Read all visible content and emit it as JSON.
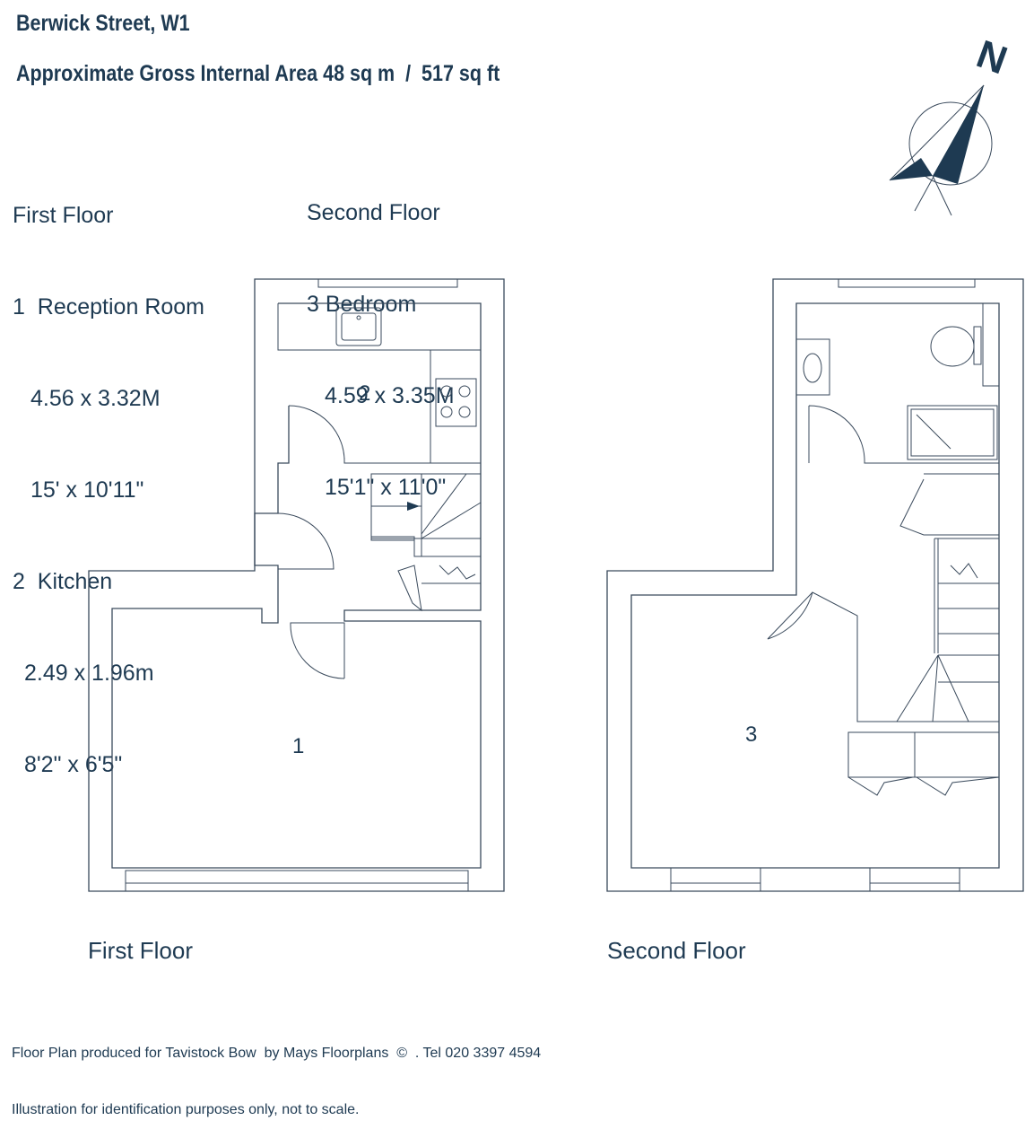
{
  "header": {
    "title": "Berwick Street, W1",
    "area": "Approximate Gross Internal Area 48 sq m  /  517 sq ft"
  },
  "legend": {
    "first_floor": {
      "heading": "First Floor",
      "rooms": [
        {
          "line": "1  Reception Room",
          "metric": "4.56 x 3.32M",
          "imperial": "15' x 10'11\""
        },
        {
          "line": "2  Kitchen",
          "metric": "2.49 x 1.96m",
          "imperial": "8'2\" x 6'5\""
        }
      ]
    },
    "second_floor": {
      "heading": "Second Floor",
      "rooms": [
        {
          "line": "3 Bedroom",
          "metric": "4.59 x 3.35M",
          "imperial": "15'1\" x 11'0\""
        }
      ]
    }
  },
  "compass": {
    "label": "N"
  },
  "plans": {
    "first_floor": {
      "label": "First Floor",
      "room_numbers": [
        "1",
        "2"
      ]
    },
    "second_floor": {
      "label": "Second Floor",
      "room_numbers": [
        "3"
      ]
    }
  },
  "footer": {
    "line1": "Floor Plan produced for Tavistock Bow  by Mays Floorplans  ©  . Tel 020 3397 4594",
    "line2": "Illustration for identification purposes only, not to scale."
  },
  "colors": {
    "text": "#1e3a52",
    "compass": "#1e3a52",
    "lines": "#3a4a5c"
  }
}
